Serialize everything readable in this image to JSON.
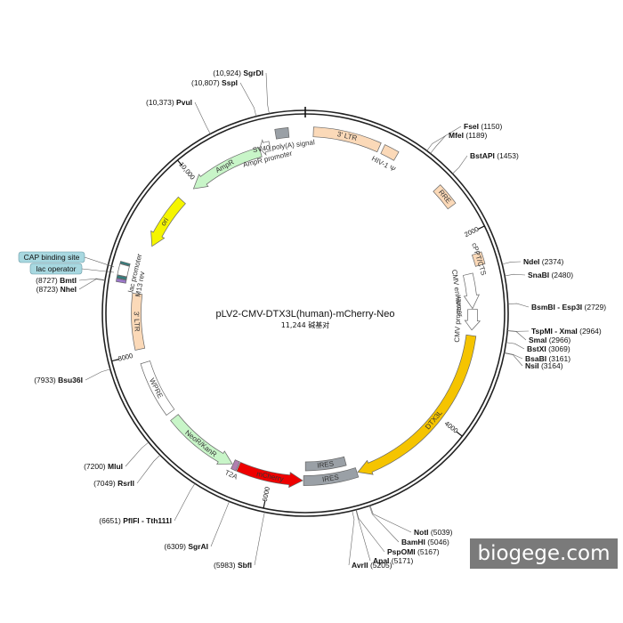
{
  "plasmid": {
    "name": "pLV2-CMV-DTX3L(human)-mCherry-Neo",
    "length": 11244,
    "length_label": "11,244 碱基对"
  },
  "scale_ticks": [
    {
      "pos": 2000,
      "label": "2000"
    },
    {
      "pos": 4000,
      "label": "4000"
    },
    {
      "pos": 6000,
      "label": "6000"
    },
    {
      "pos": 8000,
      "label": "8000"
    },
    {
      "pos": 10000,
      "label": "10,000"
    }
  ],
  "sites_right": [
    {
      "name": "FseI",
      "pos": "(1150)",
      "bp": 1150
    },
    {
      "name": "MfeI",
      "pos": "(1189)",
      "bp": 1189
    },
    {
      "name": "BstAPI",
      "pos": "(1453)",
      "bp": 1453
    },
    {
      "name": "NdeI",
      "pos": "(2374)",
      "bp": 2374
    },
    {
      "name": "SnaBI",
      "pos": "(2480)",
      "bp": 2480
    },
    {
      "name": "BsmBI - Esp3I",
      "pos": "(2729)",
      "bp": 2729
    },
    {
      "name": "TspMI - XmaI",
      "pos": "(2964)",
      "bp": 2964
    },
    {
      "name": "SmaI",
      "pos": "(2966)",
      "bp": 2966
    },
    {
      "name": "BstXI",
      "pos": "(3069)",
      "bp": 3069
    },
    {
      "name": "BsaBI",
      "pos": "(3161)",
      "bp": 3161
    },
    {
      "name": "NsiI",
      "pos": "(3164)",
      "bp": 3164
    },
    {
      "name": "NotI",
      "pos": "(5039)",
      "bp": 5039
    },
    {
      "name": "BamHI",
      "pos": "(5046)",
      "bp": 5046
    },
    {
      "name": "PspOMI",
      "pos": "(5167)",
      "bp": 5167
    },
    {
      "name": "ApaI",
      "pos": "(5171)",
      "bp": 5171
    },
    {
      "name": "AvrII",
      "pos": "(5205)",
      "bp": 5205
    }
  ],
  "sites_left": [
    {
      "name": "SgrDI",
      "pos": "(10,924)",
      "bp": 10924
    },
    {
      "name": "SspI",
      "pos": "(10,807)",
      "bp": 10807
    },
    {
      "name": "PvuI",
      "pos": "(10,373)",
      "bp": 10373
    },
    {
      "name": "BmtI",
      "pos": "(8727)",
      "bp": 8727
    },
    {
      "name": "NheI",
      "pos": "(8723)",
      "bp": 8723
    },
    {
      "name": "Bsu36I",
      "pos": "(7933)",
      "bp": 7933
    },
    {
      "name": "MluI",
      "pos": "(7200)",
      "bp": 7200
    },
    {
      "name": "RsrII",
      "pos": "(7049)",
      "bp": 7049
    },
    {
      "name": "PflFI - Tth111I",
      "pos": "(6651)",
      "bp": 6651
    },
    {
      "name": "SgrAI",
      "pos": "(6309)",
      "bp": 6309
    },
    {
      "name": "SbfI",
      "pos": "(5983)",
      "bp": 5983
    }
  ],
  "features": [
    {
      "name": "3' LTR",
      "start": 80,
      "end": 750,
      "color": "#fbd9b8",
      "dir": "none"
    },
    {
      "name": "HIV-1 Ψ",
      "start": 790,
      "end": 940,
      "color": "#fbd9b8",
      "dir": "none"
    },
    {
      "name": "RRE",
      "start": 1450,
      "end": 1680,
      "color": "#fbd9b8",
      "dir": "none"
    },
    {
      "name": "cPPT/CTS",
      "start": 2210,
      "end": 2330,
      "color": "#fbd9b8",
      "dir": "none"
    },
    {
      "name": "CMV enhancer",
      "start": 2390,
      "end": 2760,
      "color": "#ffffff",
      "dir": "cw"
    },
    {
      "name": "CMV promoter",
      "start": 2770,
      "end": 2990,
      "color": "#ffffff",
      "dir": "cw"
    },
    {
      "name": "DTX3L",
      "start": 3050,
      "end": 5050,
      "color": "#f5c400",
      "dir": "cw"
    },
    {
      "name": "IRES",
      "start": 5060,
      "end": 5640,
      "color": "#9aa0a6",
      "dir": "none"
    },
    {
      "name": "mCherry",
      "start": 5650,
      "end": 6355,
      "color": "#ee0000",
      "dir": "ccw"
    },
    {
      "name": "T2A",
      "start": 6365,
      "end": 6420,
      "color": "#b07fb0",
      "dir": "none"
    },
    {
      "name": "NeoR/KanR",
      "start": 6430,
      "end": 7230,
      "color": "#c8f5c8",
      "dir": "ccw"
    },
    {
      "name": "WPRE",
      "start": 7300,
      "end": 7900,
      "color": "#ffffff",
      "dir": "none"
    },
    {
      "name": "3' LTR",
      "start": 8050,
      "end": 8640,
      "color": "#fbd9b8",
      "dir": "none"
    },
    {
      "name": "M13 rev",
      "start": 8730,
      "end": 8760,
      "color": "#9b77c9",
      "dir": "none"
    },
    {
      "name": "lac operator",
      "start": 8765,
      "end": 8790,
      "color": "#2f7f7f",
      "dir": "none"
    },
    {
      "name": "lac promoter",
      "start": 8795,
      "end": 8900,
      "color": "#ffffff",
      "dir": "none"
    },
    {
      "name": "CAP binding site",
      "start": 8905,
      "end": 8925,
      "color": "#2f7f7f",
      "dir": "none"
    },
    {
      "name": "ori",
      "start": 9170,
      "end": 9760,
      "color": "#f5f500",
      "dir": "ccw"
    },
    {
      "name": "AmpR",
      "start": 9935,
      "end": 10760,
      "color": "#c8f5c8",
      "dir": "ccw"
    },
    {
      "name": "AmpR promoter",
      "start": 10760,
      "end": 10870,
      "color": "#ffffff",
      "dir": "ccw"
    },
    {
      "name": "SV40 poly(A) signal",
      "start": 10950,
      "end": 11080,
      "color": "#9aa0a6",
      "dir": "none"
    }
  ],
  "inner_ires": {
    "name": "IRES",
    "start": 5150,
    "end": 5620
  },
  "callouts": [
    {
      "name": "CAP binding site"
    },
    {
      "name": "lac operator"
    }
  ],
  "watermark": "biogege.com"
}
